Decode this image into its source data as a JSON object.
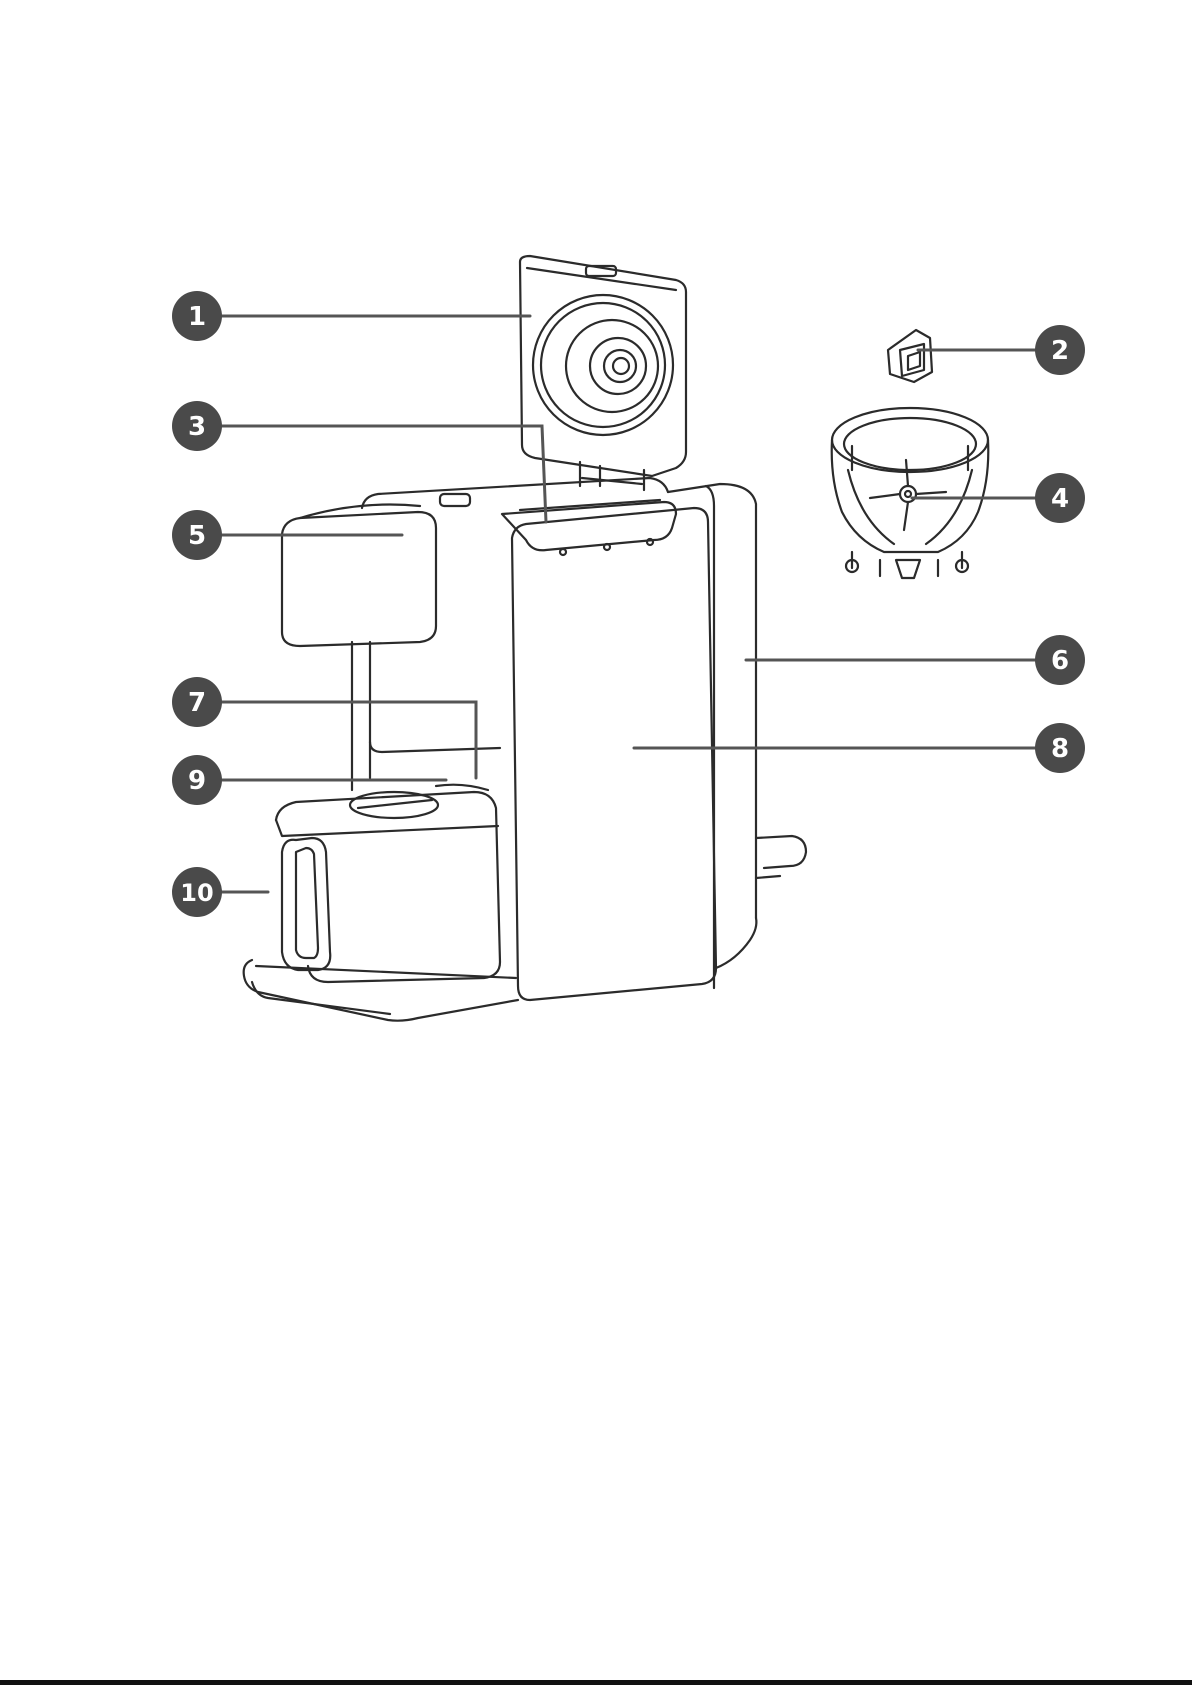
{
  "diagram": {
    "title": "",
    "callouts": [
      {
        "id": "1",
        "label": "1"
      },
      {
        "id": "2",
        "label": "2"
      },
      {
        "id": "3",
        "label": "3"
      },
      {
        "id": "4",
        "label": "4"
      },
      {
        "id": "5",
        "label": "5"
      },
      {
        "id": "6",
        "label": "6"
      },
      {
        "id": "7",
        "label": "7"
      },
      {
        "id": "8",
        "label": "8"
      },
      {
        "id": "9",
        "label": "9"
      },
      {
        "id": "10",
        "label": "10"
      }
    ],
    "colors": {
      "callout_fill": "#4a4a4a",
      "callout_text": "#ffffff",
      "line_art": "#2b2b2b",
      "leader_line": "#555555",
      "background": "#ffffff"
    }
  }
}
